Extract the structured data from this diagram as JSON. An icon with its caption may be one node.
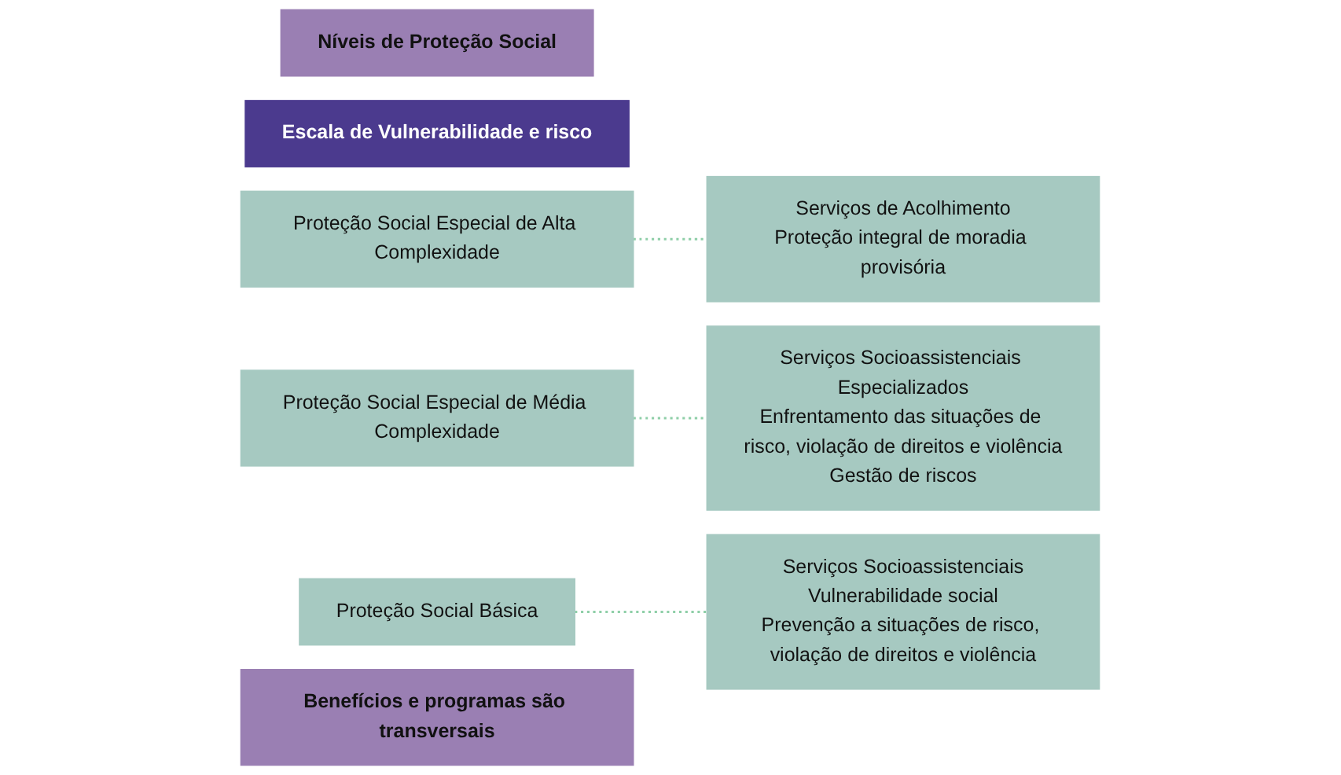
{
  "diagram": {
    "nodes": [
      {
        "text": [
          "Níveis de Proteção Social"
        ]
      },
      {
        "text": [
          "Escala de Vulnerabilidade e risco"
        ]
      },
      {
        "text": [
          "Proteção Social Especial de Alta Complexidade"
        ]
      },
      {
        "text": [
          "Serviços de Acolhimento",
          "Proteção integral de moradia provisória"
        ]
      },
      {
        "text": [
          "Proteção Social Especial de Média Complexidade"
        ]
      },
      {
        "text": [
          "Serviços Socioassistenciais Especializados",
          "Enfrentamento das situações de risco, violação de direitos e violência",
          "Gestão de riscos"
        ]
      },
      {
        "text": [
          "Proteção Social Básica"
        ]
      },
      {
        "text": [
          "Serviços Socioassistenciais",
          "Vulnerabilidade social",
          "Prevenção a situações de risco, violação de direitos e violência"
        ]
      },
      {
        "text": [
          "Benefícios e programas são transversais"
        ]
      }
    ],
    "edges": [
      {
        "from": 2,
        "to": 3,
        "arrow": "none",
        "style": "dashed",
        "color": "#8fcfa8"
      },
      {
        "from": 4,
        "to": 5,
        "arrow": "none",
        "style": "dashed",
        "color": "#8fcfa8"
      },
      {
        "from": 6,
        "to": 7,
        "arrow": "none",
        "style": "dashed",
        "color": "#8fcfa8"
      }
    ]
  }
}
